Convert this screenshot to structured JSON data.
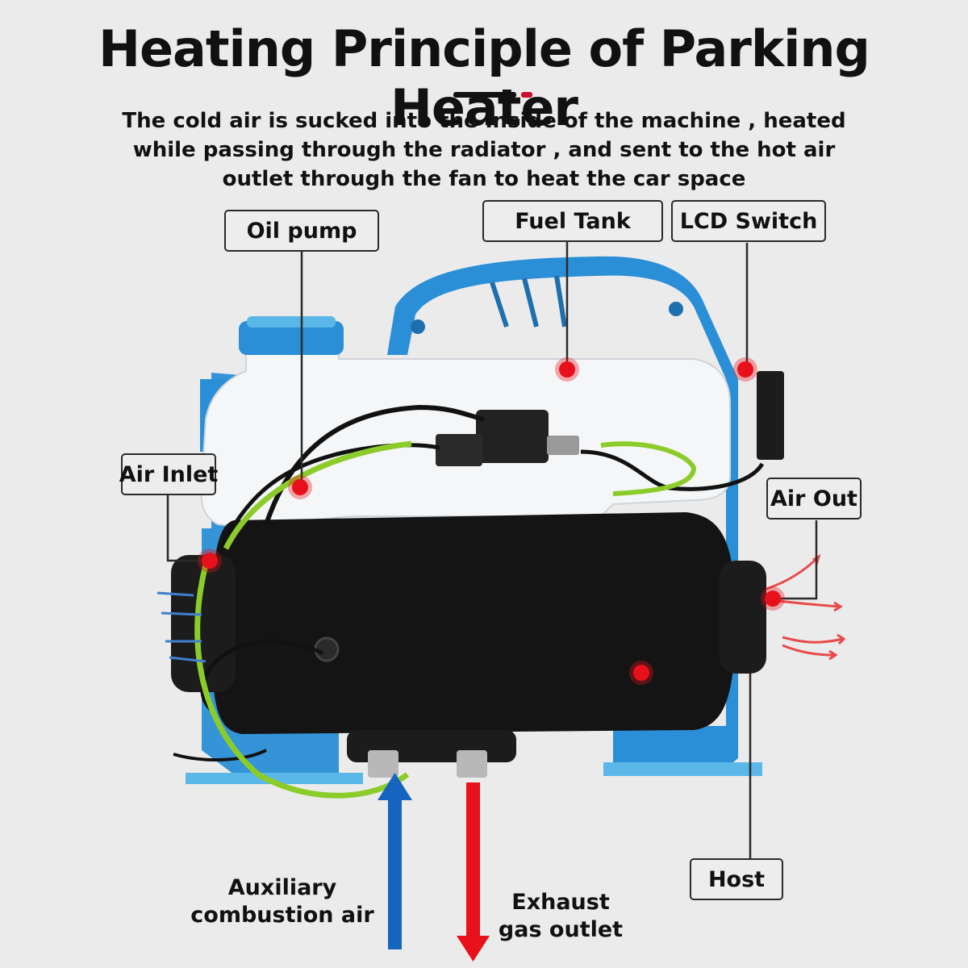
{
  "title": "Heating Principle of Parking Heater",
  "description": "The cold air is sucked into the inside of the machine , heated while passing through the radiator , and sent to the hot air outlet through the fan to heat the car space",
  "callouts": {
    "oil_pump": "Oil pump",
    "fuel_tank": "Fuel Tank",
    "lcd_switch": "LCD Switch",
    "air_inlet": "Air Inlet",
    "air_out": "Air Out",
    "host": "Host"
  },
  "flow_labels": {
    "auxiliary_air": "Auxiliary\ncombustion air",
    "exhaust": "Exhaust\ngas outlet"
  },
  "colors": {
    "frame_blue": "#2a8fd6",
    "tank_white": "#f4f6f8",
    "host_black": "#141414",
    "marker_red": "#e8101a",
    "intake_arrow_blue": "#1565c0",
    "exhaust_arrow_red": "#e8101a",
    "fuel_line_green": "#8ccc2a"
  }
}
